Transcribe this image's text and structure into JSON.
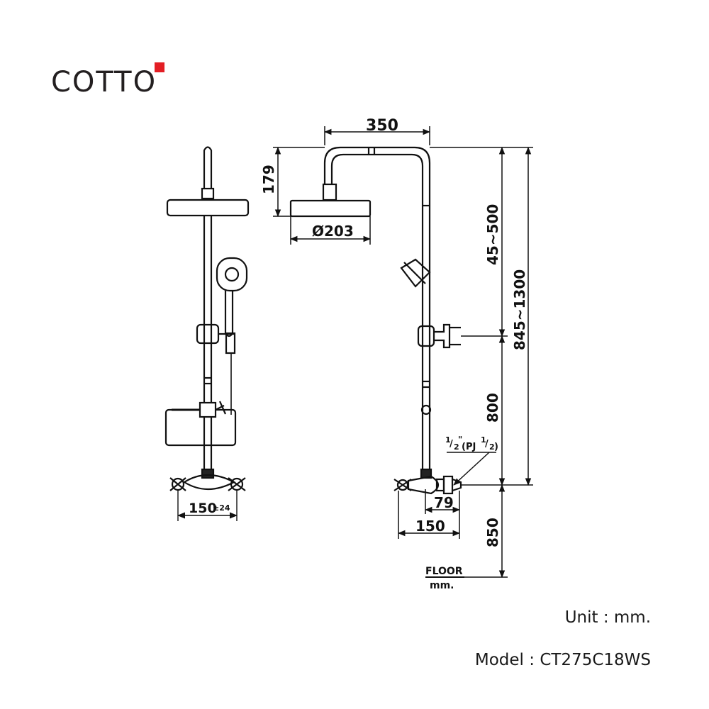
{
  "brand": {
    "name": "COTTO",
    "accent_color": "#e31e24"
  },
  "dimensions": {
    "top_width": "350",
    "head_height": "179",
    "head_diameter": "Ø203",
    "arm_range": "45~500",
    "total_range": "845~1300",
    "mid_height": "800",
    "floor_height": "850",
    "connection": "1/2\"(PJ1/2)",
    "connection_parts": {
      "a": "1",
      "b": "/",
      "c": "2",
      "d": "\"",
      "e": "(PJ",
      "f": "1",
      "g": "/",
      "h": "2",
      "i": ")"
    },
    "offset_small": "79",
    "offset_large": "150",
    "center_distance": "150",
    "center_tolerance": "±24",
    "floor_label": "FLOOR",
    "floor_unit": "mm."
  },
  "info": {
    "unit_text": "Unit : mm.",
    "model_text": "Model : CT275C18WS"
  }
}
